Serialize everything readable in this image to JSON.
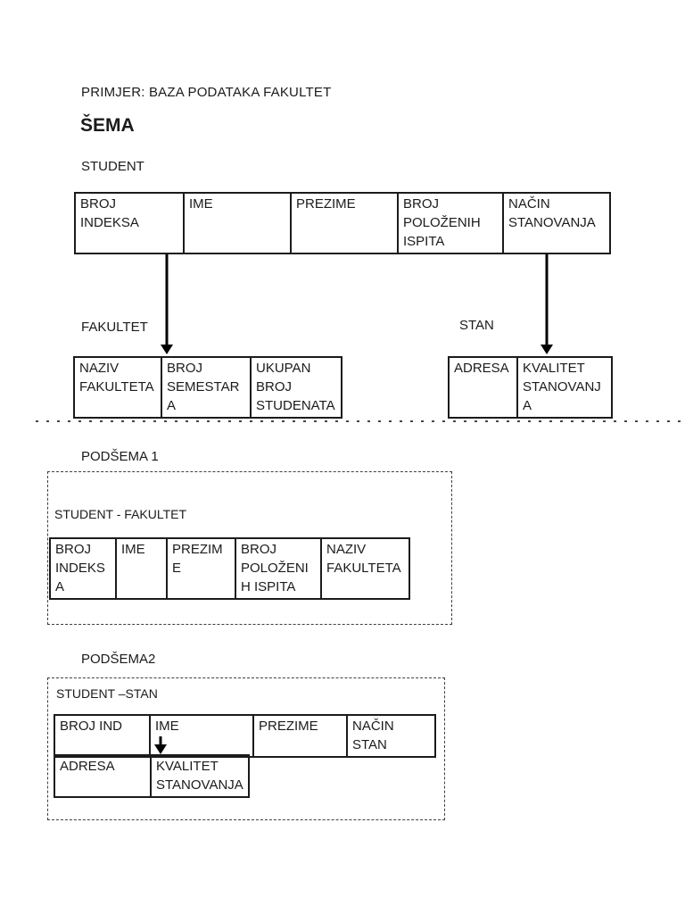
{
  "colors": {
    "background": "#ffffff",
    "text": "#1b1b1b",
    "border": "#1b1b1b"
  },
  "header": {
    "title": "PRIMJER: BAZA PODATAKA FAKULTET",
    "heading": "ŠEMA"
  },
  "student": {
    "label": "STUDENT",
    "columns": [
      "BROJ INDEKSA",
      "IME",
      "PREZIME",
      "BROJ POLOŽENIH ISPITA",
      "NAČIN STANOVANJA"
    ]
  },
  "fakultet": {
    "label": "FAKULTET",
    "columns": [
      "NAZIV FAKULTETA",
      "BROJ SEMESTARA",
      "UKUPAN BROJ STUDENATA"
    ]
  },
  "stan": {
    "label": "STAN",
    "columns": [
      "ADRESA",
      "KVALITET STANOVANJA"
    ]
  },
  "podsema1": {
    "label": "PODŠEMA 1",
    "subtitle": "STUDENT - FAKULTET",
    "columns": [
      "BROJ INDEKSA",
      "IME",
      "PREZIME",
      "BROJ POLOŽENIH ISPITA",
      "NAZIV FAKULTETA"
    ]
  },
  "podsema2": {
    "label": "PODŠEMA2",
    "subtitle": "STUDENT –STAN",
    "columns": [
      "BROJ IND",
      "IME",
      "PREZIME",
      "NAČIN STAN"
    ],
    "stan_columns": [
      "ADRESA",
      "KVALITET STANOVANJA"
    ]
  }
}
